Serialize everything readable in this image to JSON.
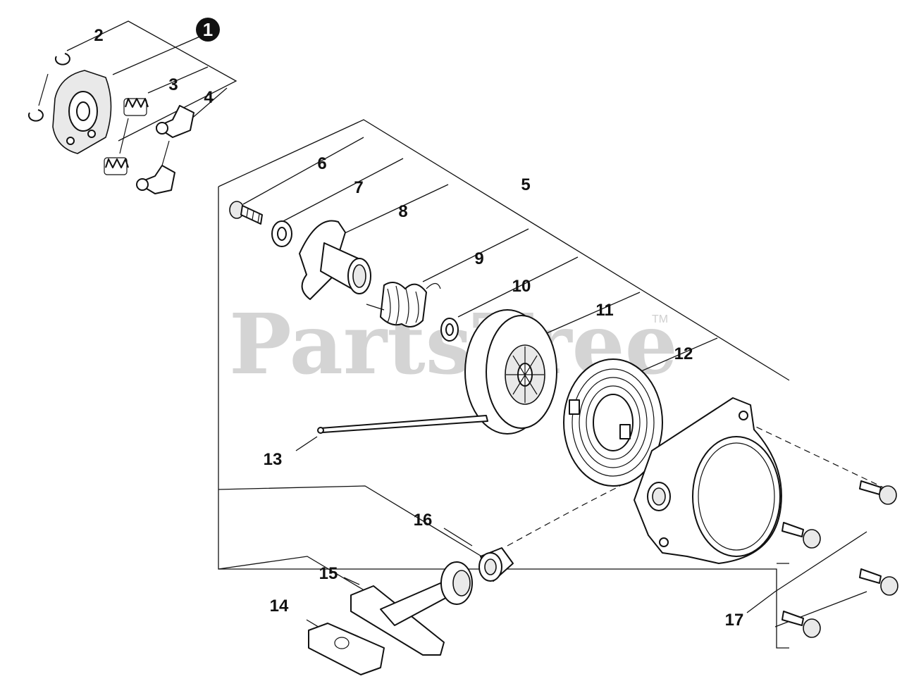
{
  "watermark": {
    "text": "PartsTree",
    "tm": "TM"
  },
  "ref_marker": "1",
  "callouts": {
    "c2": "2",
    "c3": "3",
    "c4": "4",
    "c5": "5",
    "c6": "6",
    "c7": "7",
    "c8": "8",
    "c9": "9",
    "c10": "10",
    "c11": "11",
    "c12": "12",
    "c13": "13",
    "c14": "14",
    "c15": "15",
    "c16": "16",
    "c17": "17"
  }
}
